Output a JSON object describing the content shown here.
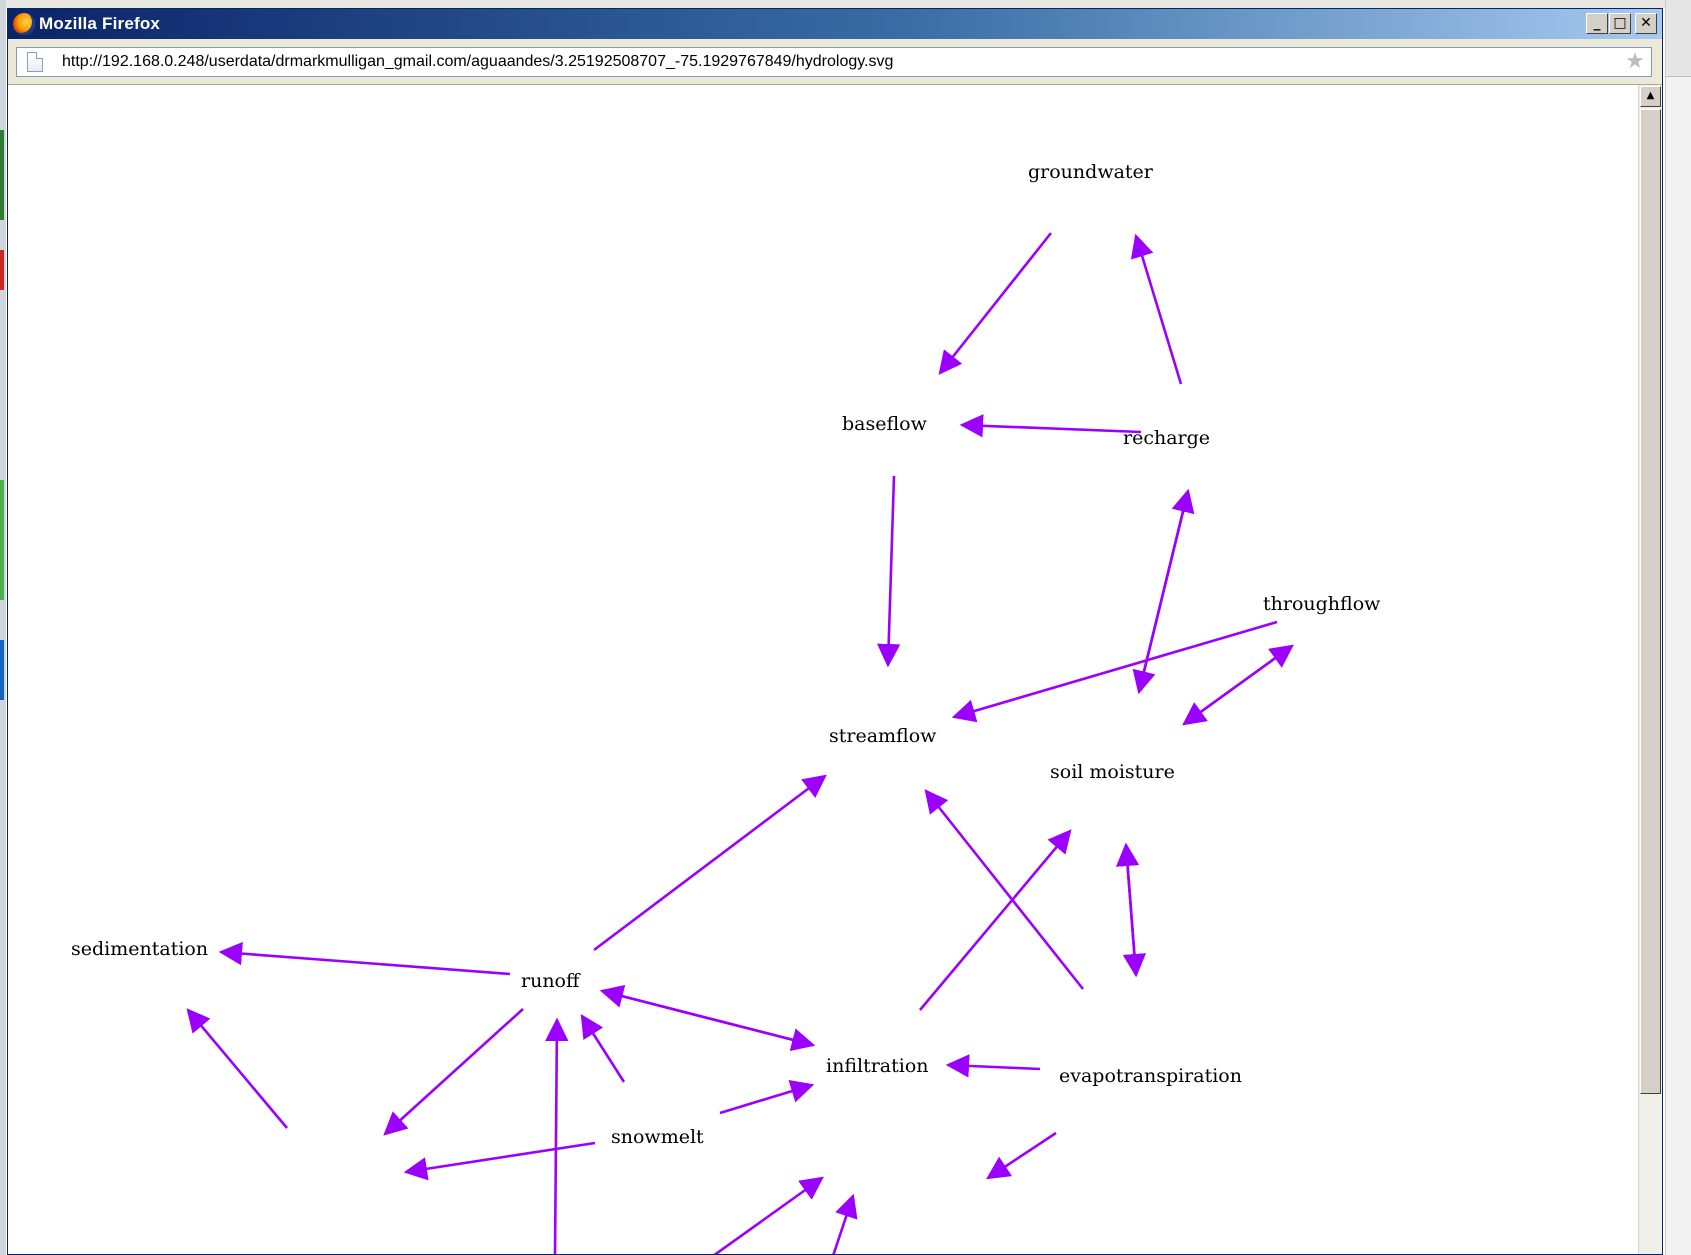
{
  "window": {
    "title": "Mozilla Firefox",
    "controls": {
      "minimize": "_",
      "maximize": "□",
      "close": "✕"
    }
  },
  "address_bar": {
    "url": "http://192.168.0.248/userdata/drmarkmulligan_gmail.com/aguaandes/3.25192508707_-75.1929767849/hydrology.svg",
    "page_icon": "page-icon",
    "bookmark_icon": "star-icon"
  },
  "graph": {
    "edge_color": "#9b00ff",
    "nodes": {
      "groundwater": "groundwater",
      "baseflow": "baseflow",
      "recharge": "recharge",
      "throughflow": "throughflow",
      "streamflow": "streamflow",
      "soil_moisture": "soil moisture",
      "sedimentation": "sedimentation",
      "runoff": "runoff",
      "infiltration": "infiltration",
      "evapotranspiration": "evapotranspiration",
      "snowmelt": "snowmelt"
    }
  },
  "scrollbar": {
    "up_arrow": "▲"
  }
}
